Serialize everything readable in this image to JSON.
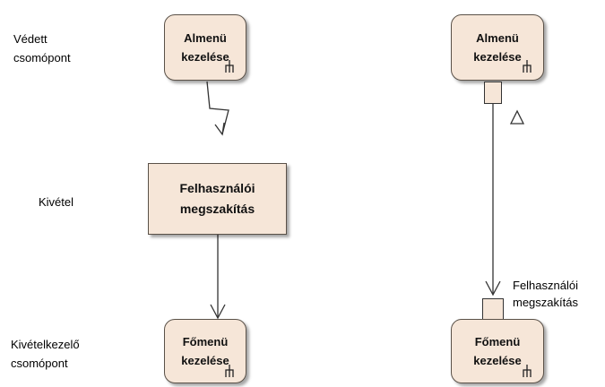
{
  "left": {
    "protected_node_label": [
      "Védett",
      "csomópont"
    ],
    "exception_label": "Kivétel",
    "handler_node_label": [
      "Kivételkezelő",
      "csomópont"
    ],
    "protected_action": [
      "Almenü",
      "kezelése"
    ],
    "exception_box": [
      "Felhasználói",
      "megszakítás"
    ],
    "handler_action": [
      "Főmenü",
      "kezelése"
    ]
  },
  "right": {
    "protected_action": [
      "Almenü",
      "kezelése"
    ],
    "handler_action": [
      "Főmenü",
      "kezelése"
    ],
    "pin_label": [
      "Felhasználói",
      "megszakítás"
    ]
  }
}
